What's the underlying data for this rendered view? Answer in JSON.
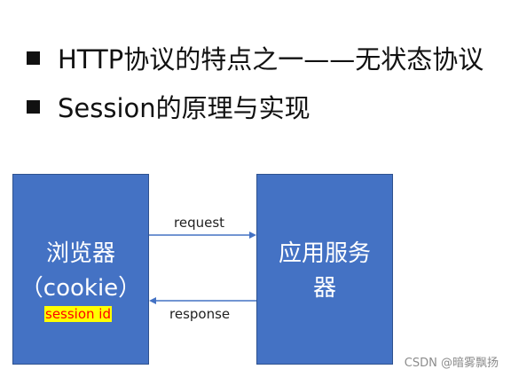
{
  "bullets": [
    "HTTP协议的特点之一——无状态协议",
    "Session的原理与实现"
  ],
  "diagram": {
    "client_box": {
      "line1": "浏览器",
      "line2": "（cookie）",
      "session_label": "session id"
    },
    "server_box": {
      "line1": "应用服务",
      "line2": "器"
    },
    "arrow_request_label": "request",
    "arrow_response_label": "response"
  },
  "watermark": "CSDN @暗雾飘扬",
  "colors": {
    "box_fill": "#4472c4",
    "box_border": "#2f528f",
    "arrow": "#4472c4",
    "highlight": "#ffff00",
    "session_text": "#ff0000"
  }
}
